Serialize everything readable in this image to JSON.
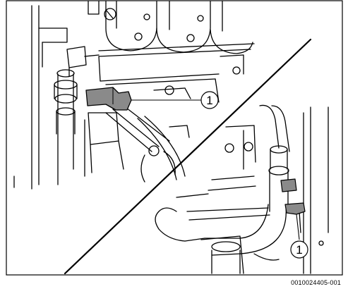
{
  "figure": {
    "document_id": "0010024405-001",
    "callouts": [
      {
        "label": "1"
      },
      {
        "label": "1"
      }
    ],
    "colors": {
      "line": "#000000",
      "background": "#ffffff",
      "highlight_part": "#8a8a8a"
    }
  }
}
